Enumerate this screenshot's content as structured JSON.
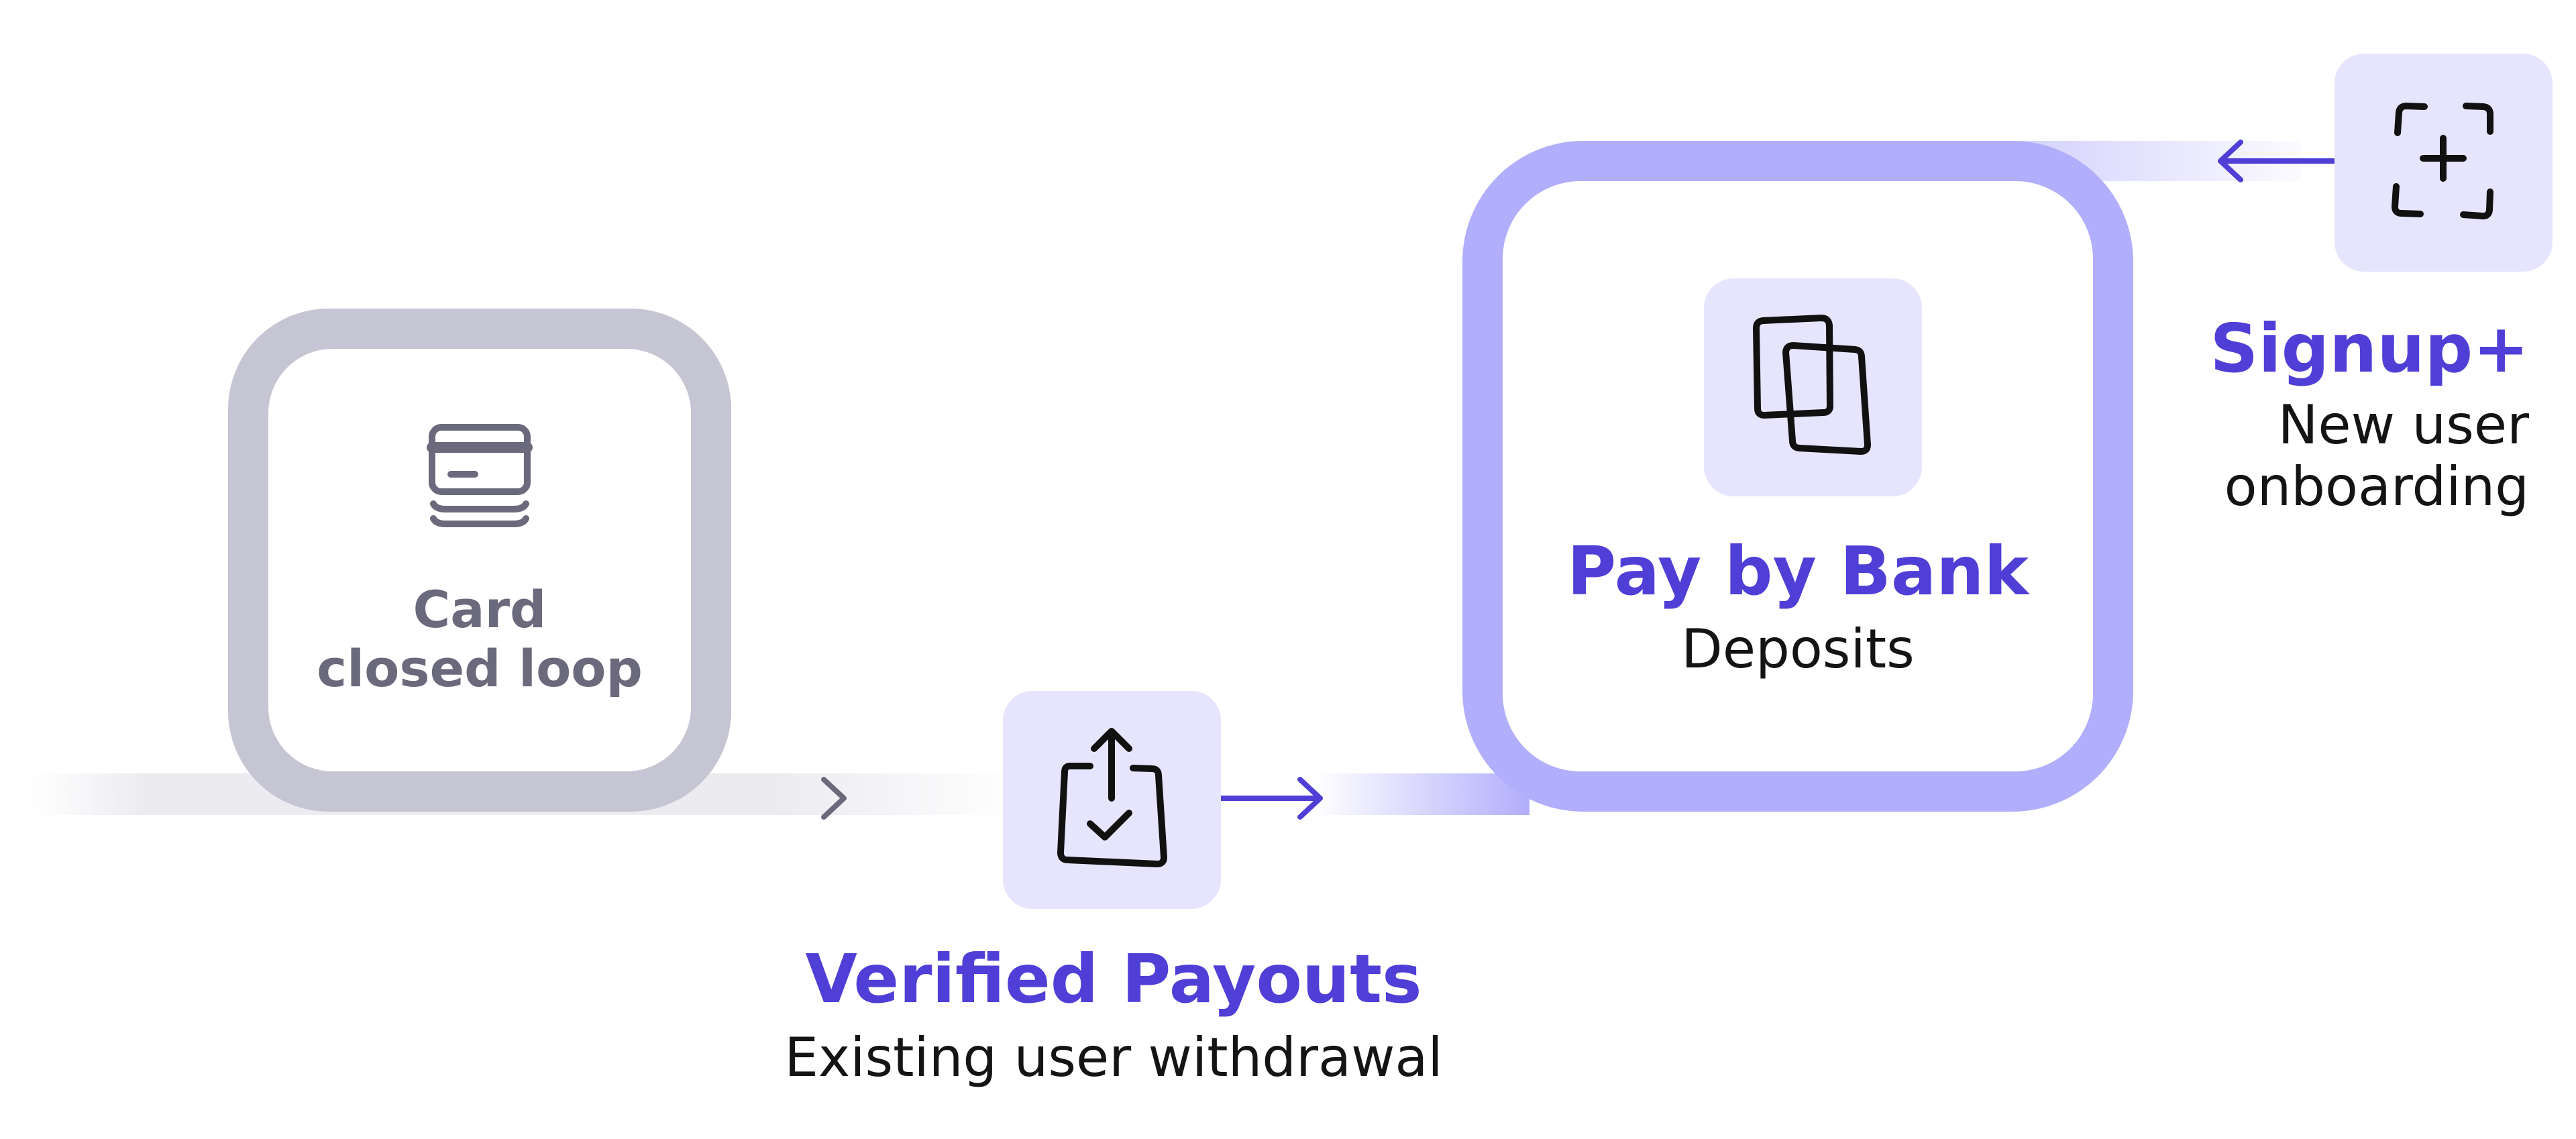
{
  "nodes": {
    "card": {
      "title_line1": "Card",
      "title_line2": "closed loop",
      "icon": "credit-card-stack-icon"
    },
    "pay_by_bank": {
      "title": "Pay by Bank",
      "subtitle": "Deposits",
      "icon": "overlapping-cards-icon"
    },
    "verified_payouts": {
      "title": "Verified Payouts",
      "subtitle": "Existing user withdrawal",
      "icon": "bag-upload-check-icon"
    },
    "signup": {
      "title": "Signup+",
      "subtitle_line1": "New user",
      "subtitle_line2": "onboarding",
      "icon": "scan-plus-icon"
    }
  },
  "colors": {
    "accent": "#4f3fd6",
    "frame_purple": "#b1aefb",
    "tile_bg": "#e6e5fd",
    "frame_gray": "#c6c5d3",
    "gray_text": "#6b6a7c",
    "arrow_gray": "#6b6a7c",
    "arrow_purple": "#4f3fd6"
  }
}
